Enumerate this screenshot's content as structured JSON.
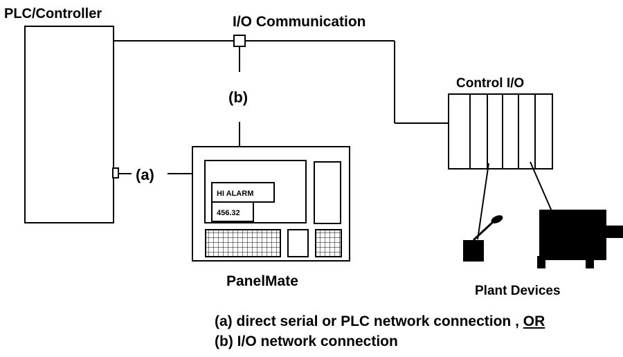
{
  "labels": {
    "plc": "PLC/Controller",
    "io_comm": "I/O Communication",
    "control_io": "Control I/O",
    "panelmate": "PanelMate",
    "plant_devices": "Plant Devices",
    "conn_a": "(a)",
    "conn_b": "(b)"
  },
  "screen": {
    "alarm_text": "HI ALARM",
    "value_text": "456.32"
  },
  "legend": {
    "line1": "(a) direct serial or PLC network connection ,",
    "line1_emphasis": "OR",
    "line2": "(b) I/O network connection"
  }
}
